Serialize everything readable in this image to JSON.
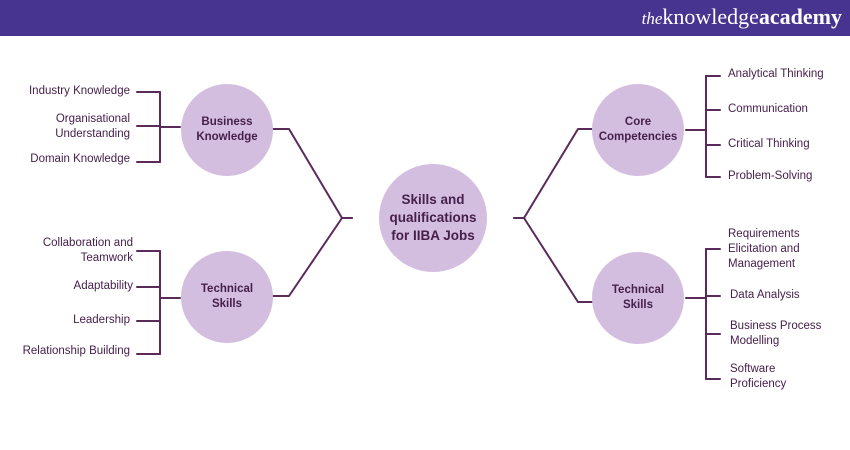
{
  "brand": {
    "prefix": "the",
    "word1": "knowledge",
    "word2": "academy"
  },
  "colors": {
    "header": "#473390",
    "node": "#d4bedf",
    "line": "#5a2a5a",
    "text": "#46204a"
  },
  "diagram": {
    "center": "Skills and\nqualifications\nfor IIBA Jobs",
    "business": {
      "title": "Business\nKnowledge",
      "items": [
        "Industry Knowledge",
        "Organisational\nUnderstanding",
        "Domain Knowledge"
      ]
    },
    "technical_left": {
      "title": "Technical\nSkills",
      "items": [
        "Collaboration and\nTeamwork",
        "Adaptability",
        "Leadership",
        "Relationship Building"
      ]
    },
    "core": {
      "title": "Core\nCompetencies",
      "items": [
        "Analytical Thinking",
        "Communication",
        "Critical Thinking",
        "Problem-Solving"
      ]
    },
    "technical_right": {
      "title": "Technical\nSkills",
      "items": [
        "Requirements\nElicitation and\nManagement",
        "Data Analysis",
        "Business Process\nModelling",
        "Software\nProficiency"
      ]
    }
  }
}
